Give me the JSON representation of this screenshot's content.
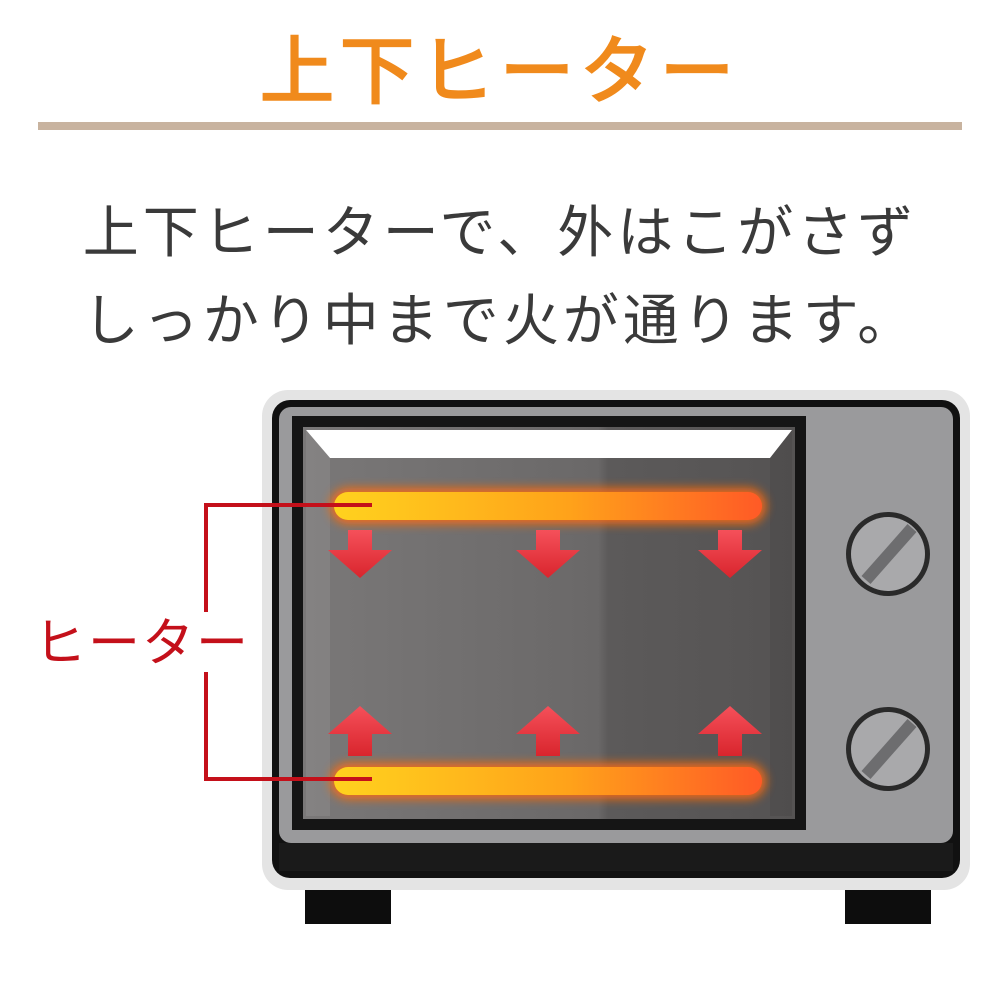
{
  "title": "上下ヒーター",
  "description": {
    "line1": "上下ヒーターで、外はこがさず",
    "line2": "しっかり中まで火が通ります。"
  },
  "heater_label": "ヒーター",
  "colors": {
    "title": "#f08a1c",
    "divider": "#c8b39f",
    "description": "#3a3a3a",
    "label": "#c4101a",
    "oven_body": "#9a9a9c",
    "oven_outline": "#111111",
    "window": "#6e6c6c",
    "heater_core": "#ffc21a",
    "heater_glow": "#ff7a1c",
    "arrow": "#e8343a",
    "knob": "#a9a9ab"
  },
  "icons": [
    "toaster-oven-illustration",
    "heater-bar-icon",
    "heat-arrow-icon",
    "knob-icon"
  ]
}
